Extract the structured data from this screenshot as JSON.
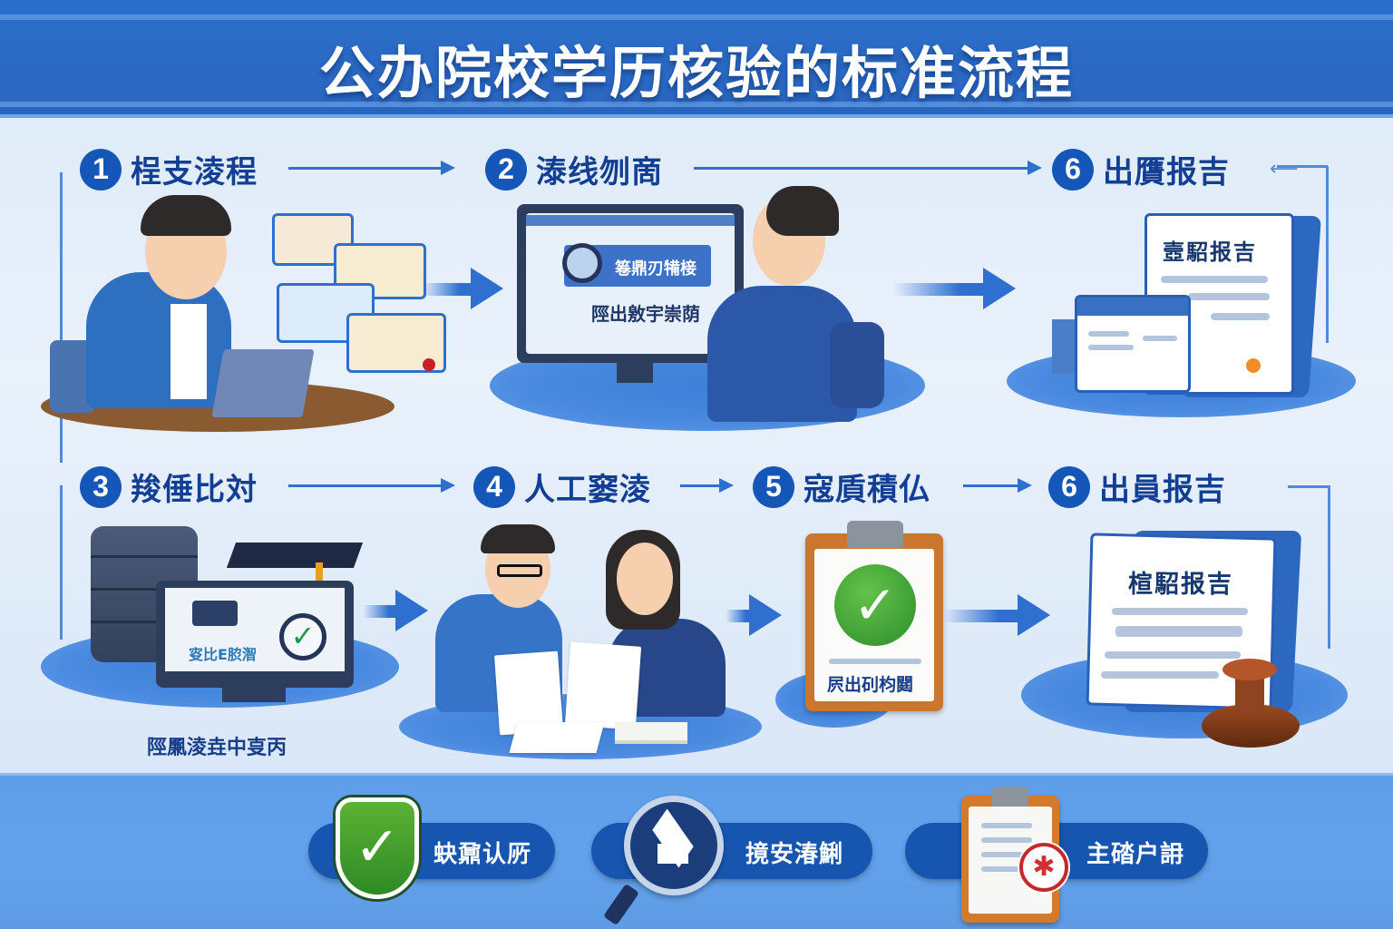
{
  "title": "公办院校学历核验的标准流程",
  "steps": [
    {
      "num": "1",
      "label": "桯支淩程"
    },
    {
      "num": "2",
      "label": "溙线刎啇"
    },
    {
      "num": "6",
      "label": "出贋报吉"
    },
    {
      "num": "3",
      "label": "羧倕比対"
    },
    {
      "num": "4",
      "label": "人工窭淩"
    },
    {
      "num": "5",
      "label": "寇貭積仏"
    },
    {
      "num": "6",
      "label": "出員报吉"
    }
  ],
  "step2_screen": {
    "search_label": "箞鼎刃犕椄",
    "sub_label": "陘出敫宇崇荫"
  },
  "step_top6_doc": {
    "title": "壼駋报吉"
  },
  "step3_screen": {
    "screen_label": "叜比E䏮潪",
    "caption": "陘凲淩垚中㕝丙"
  },
  "step5_clipboard": {
    "label": "屄出矵枃閮"
  },
  "step_bottom6_doc": {
    "title": "楦駋报吉"
  },
  "footer": {
    "badges": [
      {
        "icon": "shield-check-icon",
        "label": "蚗鼐认𠩄"
      },
      {
        "icon": "graduation-search-icon",
        "label": "摬安湷鯏"
      },
      {
        "icon": "clipboard-seal-icon",
        "label": "主䂿户䛁"
      }
    ]
  },
  "colors": {
    "header": "#2a6fcc",
    "step_number": "#1457b8",
    "step_text": "#123f94",
    "arrow": "#2e6fd0",
    "footer": "#5e9ee8",
    "pill": "#1756b0",
    "check_green": "#3a9a36",
    "clipboard_orange": "#c9772e"
  }
}
